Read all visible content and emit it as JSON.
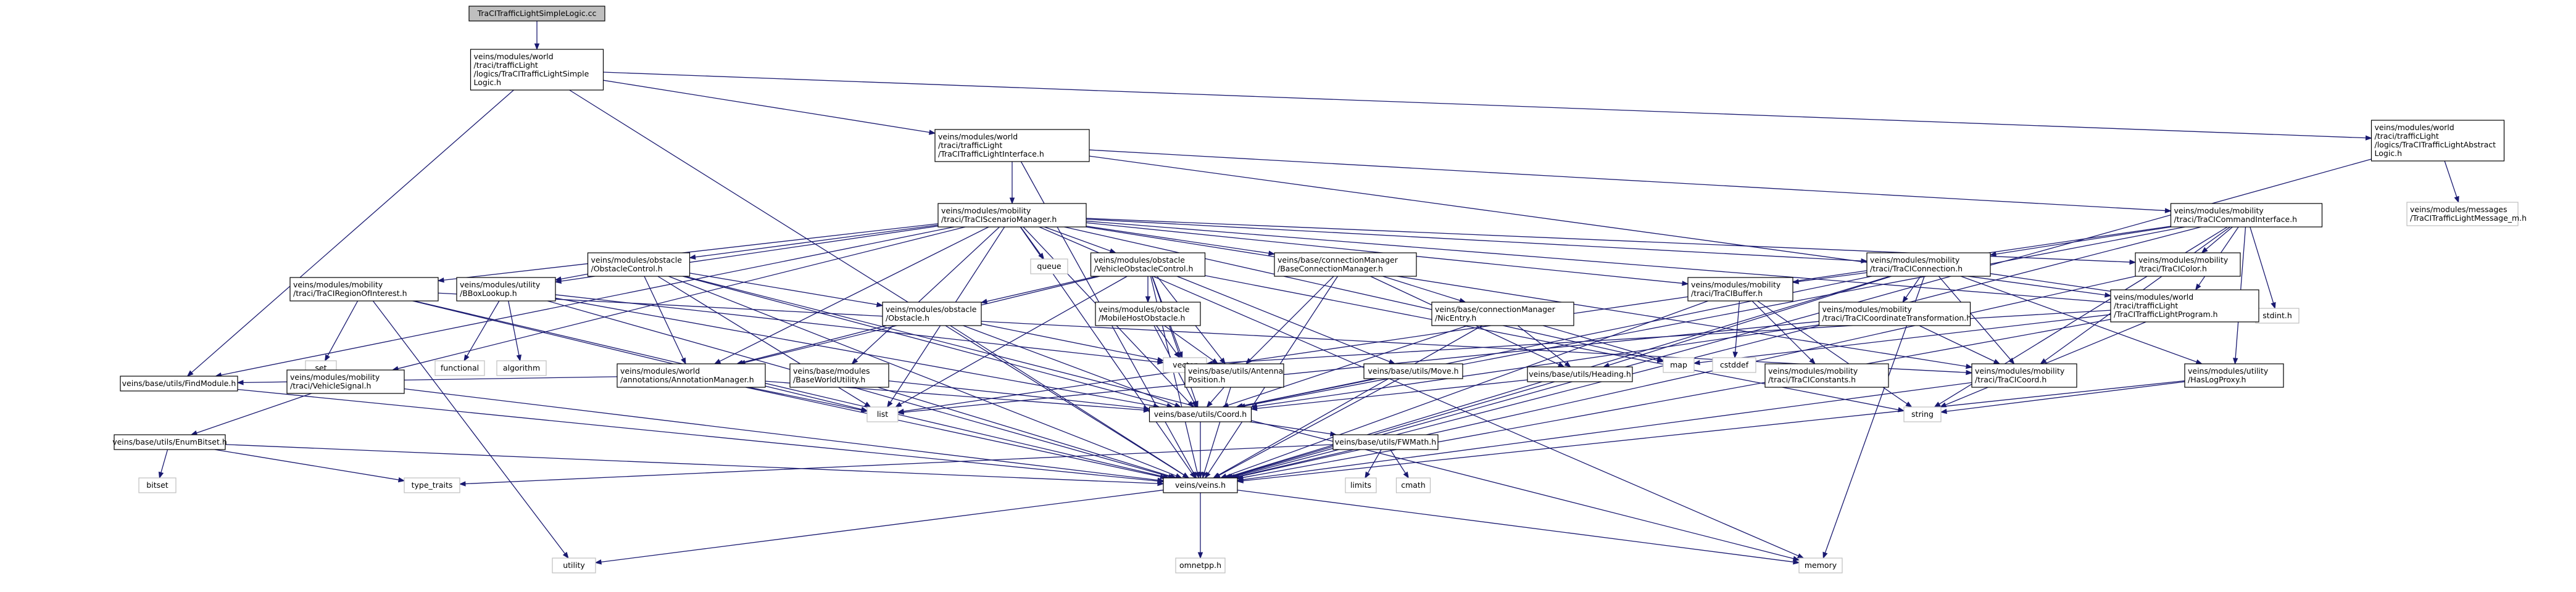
{
  "colors": {
    "edge": "#191970",
    "node_border": "#000000",
    "node_fill": "#ffffff",
    "root_fill": "#bfbfbf",
    "system_border": "#bfbfbf",
    "text": "#000000"
  },
  "nodes": [
    {
      "id": "root",
      "label": "TraCITrafficLightSimpleLogic.cc",
      "kind": "root"
    },
    {
      "id": "simplelogic_h",
      "label": "veins/modules/world/traci/trafficLight/logics/TraCITrafficLightSimpleLogic.h",
      "kind": "file"
    },
    {
      "id": "tlinterface_h",
      "label": "veins/modules/world/traci/trafficLight/TraCITrafficLightInterface.h",
      "kind": "file"
    },
    {
      "id": "abstractlogic_h",
      "label": "veins/modules/world/traci/trafficLight/logics/TraCITrafficLightAbstractLogic.h",
      "kind": "file"
    },
    {
      "id": "scenariomgr_h",
      "label": "veins/modules/mobility/traci/TraCIScenarioManager.h",
      "kind": "file"
    },
    {
      "id": "commandiface_h",
      "label": "veins/modules/mobility/traci/TraCICommandInterface.h",
      "kind": "file"
    },
    {
      "id": "tlmsg",
      "label": "veins/modules/messages/TraCITrafficLightMessage_m.h",
      "kind": "system"
    },
    {
      "id": "obstaclecontrol_h",
      "label": "veins/modules/obstacle/ObstacleControl.h",
      "kind": "file"
    },
    {
      "id": "queue",
      "label": "queue",
      "kind": "system"
    },
    {
      "id": "vehobstaclecontrol_h",
      "label": "veins/modules/obstacle/VehicleObstacleControl.h",
      "kind": "file"
    },
    {
      "id": "baseconnmgr_h",
      "label": "veins/base/connectionManager/BaseConnectionManager.h",
      "kind": "file"
    },
    {
      "id": "connection_h",
      "label": "veins/modules/mobility/traci/TraCIConnection.h",
      "kind": "file"
    },
    {
      "id": "color_h",
      "label": "veins/modules/mobility/traci/TraCIColor.h",
      "kind": "file"
    },
    {
      "id": "roi_h",
      "label": "veins/modules/mobility/traci/TraCIRegionOfInterest.h",
      "kind": "file"
    },
    {
      "id": "bboxlookup_h",
      "label": "veins/modules/utility/BBoxLookup.h",
      "kind": "file"
    },
    {
      "id": "obstacle_h",
      "label": "veins/modules/obstacle/Obstacle.h",
      "kind": "file"
    },
    {
      "id": "mobilehost_h",
      "label": "veins/modules/obstacle/MobileHostObstacle.h",
      "kind": "file"
    },
    {
      "id": "nicentry_h",
      "label": "veins/base/connectionManager/NicEntry.h",
      "kind": "file"
    },
    {
      "id": "buffer_h",
      "label": "veins/modules/mobility/traci/TraCIBuffer.h",
      "kind": "file"
    },
    {
      "id": "coordtransform_h",
      "label": "veins/modules/mobility/traci/TraCICoordinateTransformation.h",
      "kind": "file"
    },
    {
      "id": "stdint",
      "label": "stdint.h",
      "kind": "system"
    },
    {
      "id": "tlprogram_h",
      "label": "veins/modules/world/traci/trafficLight/TraCITrafficLightProgram.h",
      "kind": "file"
    },
    {
      "id": "set",
      "label": "set",
      "kind": "system"
    },
    {
      "id": "functional",
      "label": "functional",
      "kind": "system"
    },
    {
      "id": "algorithm",
      "label": "algorithm",
      "kind": "system"
    },
    {
      "id": "vector",
      "label": "vector",
      "kind": "system"
    },
    {
      "id": "annotationmgr_h",
      "label": "veins/modules/world/annotations/AnnotationManager.h",
      "kind": "file"
    },
    {
      "id": "baseworldutil_h",
      "label": "veins/base/modules/BaseWorldUtility.h",
      "kind": "file"
    },
    {
      "id": "antennapos_h",
      "label": "veins/base/utils/AntennaPosition.h",
      "kind": "file"
    },
    {
      "id": "move_h",
      "label": "veins/base/utils/Move.h",
      "kind": "file"
    },
    {
      "id": "map",
      "label": "map",
      "kind": "system"
    },
    {
      "id": "cstddef",
      "label": "cstddef",
      "kind": "system"
    },
    {
      "id": "constants_h",
      "label": "veins/modules/mobility/traci/TraCIConstants.h",
      "kind": "file"
    },
    {
      "id": "heading_h",
      "label": "veins/base/utils/Heading.h",
      "kind": "file"
    },
    {
      "id": "tracicoord_h",
      "label": "veins/modules/mobility/traci/TraCICoord.h",
      "kind": "file"
    },
    {
      "id": "haslogproxy_h",
      "label": "veins/modules/utility/HasLogProxy.h",
      "kind": "file"
    },
    {
      "id": "findmodule_h",
      "label": "veins/base/utils/FindModule.h",
      "kind": "file"
    },
    {
      "id": "vehiclesignal_h",
      "label": "veins/modules/mobility/traci/VehicleSignal.h",
      "kind": "file"
    },
    {
      "id": "list",
      "label": "list",
      "kind": "system"
    },
    {
      "id": "coord_h",
      "label": "veins/base/utils/Coord.h",
      "kind": "file"
    },
    {
      "id": "string",
      "label": "string",
      "kind": "system"
    },
    {
      "id": "enumbitset_h",
      "label": "veins/base/utils/EnumBitset.h",
      "kind": "file"
    },
    {
      "id": "fwmath_h",
      "label": "veins/base/utils/FWMath.h",
      "kind": "file"
    },
    {
      "id": "bitset",
      "label": "bitset",
      "kind": "system"
    },
    {
      "id": "type_traits",
      "label": "type_traits",
      "kind": "system"
    },
    {
      "id": "veins_h",
      "label": "veins/veins.h",
      "kind": "file"
    },
    {
      "id": "limits",
      "label": "limits",
      "kind": "system"
    },
    {
      "id": "cmath",
      "label": "cmath",
      "kind": "system"
    },
    {
      "id": "utility",
      "label": "utility",
      "kind": "system"
    },
    {
      "id": "memory",
      "label": "memory",
      "kind": "system"
    },
    {
      "id": "omnetpp_h",
      "label": "omnetpp.h",
      "kind": "system"
    }
  ],
  "edges": [
    [
      "root",
      "simplelogic_h"
    ],
    [
      "simplelogic_h",
      "tlinterface_h"
    ],
    [
      "simplelogic_h",
      "abstractlogic_h"
    ],
    [
      "simplelogic_h",
      "findmodule_h"
    ],
    [
      "simplelogic_h",
      "veins_h"
    ],
    [
      "tlinterface_h",
      "scenariomgr_h"
    ],
    [
      "tlinterface_h",
      "commandiface_h"
    ],
    [
      "tlinterface_h",
      "tlprogram_h"
    ],
    [
      "tlinterface_h",
      "veins_h"
    ],
    [
      "abstractlogic_h",
      "tlmsg"
    ],
    [
      "abstractlogic_h",
      "veins_h"
    ],
    [
      "scenariomgr_h",
      "obstaclecontrol_h"
    ],
    [
      "scenariomgr_h",
      "queue"
    ],
    [
      "scenariomgr_h",
      "vehobstaclecontrol_h"
    ],
    [
      "scenariomgr_h",
      "baseconnmgr_h"
    ],
    [
      "scenariomgr_h",
      "connection_h"
    ],
    [
      "scenariomgr_h",
      "color_h"
    ],
    [
      "scenariomgr_h",
      "roi_h"
    ],
    [
      "scenariomgr_h",
      "bboxlookup_h"
    ],
    [
      "scenariomgr_h",
      "buffer_h"
    ],
    [
      "scenariomgr_h",
      "baseworldutil_h"
    ],
    [
      "scenariomgr_h",
      "findmodule_h"
    ],
    [
      "scenariomgr_h",
      "vehiclesignal_h"
    ],
    [
      "scenariomgr_h",
      "coord_h"
    ],
    [
      "scenariomgr_h",
      "list"
    ],
    [
      "scenariomgr_h",
      "map"
    ],
    [
      "scenariomgr_h",
      "tracicoord_h"
    ],
    [
      "scenariomgr_h",
      "stdint"
    ],
    [
      "scenariomgr_h",
      "memory"
    ],
    [
      "scenariomgr_h",
      "veins_h"
    ],
    [
      "scenariomgr_h",
      "annotationmgr_h"
    ],
    [
      "commandiface_h",
      "connection_h"
    ],
    [
      "commandiface_h",
      "color_h"
    ],
    [
      "commandiface_h",
      "tlprogram_h"
    ],
    [
      "commandiface_h",
      "tracicoord_h"
    ],
    [
      "commandiface_h",
      "haslogproxy_h"
    ],
    [
      "commandiface_h",
      "coord_h"
    ],
    [
      "commandiface_h",
      "stdint"
    ],
    [
      "commandiface_h",
      "string"
    ],
    [
      "commandiface_h",
      "list"
    ],
    [
      "commandiface_h",
      "veins_h"
    ],
    [
      "obstaclecontrol_h",
      "bboxlookup_h"
    ],
    [
      "obstaclecontrol_h",
      "obstacle_h"
    ],
    [
      "obstaclecontrol_h",
      "annotationmgr_h"
    ],
    [
      "obstaclecontrol_h",
      "coord_h"
    ],
    [
      "obstaclecontrol_h",
      "list"
    ],
    [
      "obstaclecontrol_h",
      "veins_h"
    ],
    [
      "obstaclecontrol_h",
      "memory"
    ],
    [
      "vehobstaclecontrol_h",
      "obstacle_h"
    ],
    [
      "vehobstaclecontrol_h",
      "mobilehost_h"
    ],
    [
      "vehobstaclecontrol_h",
      "annotationmgr_h"
    ],
    [
      "vehobstaclecontrol_h",
      "antennapos_h"
    ],
    [
      "vehobstaclecontrol_h",
      "move_h"
    ],
    [
      "vehobstaclecontrol_h",
      "coord_h"
    ],
    [
      "vehobstaclecontrol_h",
      "list"
    ],
    [
      "vehobstaclecontrol_h",
      "veins_h"
    ],
    [
      "vehobstaclecontrol_h",
      "string"
    ],
    [
      "vehobstaclecontrol_h",
      "vector"
    ],
    [
      "baseconnmgr_h",
      "nicentry_h"
    ],
    [
      "baseconnmgr_h",
      "antennapos_h"
    ],
    [
      "baseconnmgr_h",
      "heading_h"
    ],
    [
      "baseconnmgr_h",
      "veins_h"
    ],
    [
      "connection_h",
      "buffer_h"
    ],
    [
      "connection_h",
      "coordtransform_h"
    ],
    [
      "connection_h",
      "tracicoord_h"
    ],
    [
      "connection_h",
      "haslogproxy_h"
    ],
    [
      "connection_h",
      "heading_h"
    ],
    [
      "connection_h",
      "coord_h"
    ],
    [
      "connection_h",
      "stdint"
    ],
    [
      "connection_h",
      "memory"
    ],
    [
      "connection_h",
      "veins_h"
    ],
    [
      "color_h",
      "veins_h"
    ],
    [
      "roi_h",
      "set"
    ],
    [
      "roi_h",
      "list"
    ],
    [
      "roi_h",
      "tracicoord_h"
    ],
    [
      "roi_h",
      "veins_h"
    ],
    [
      "roi_h",
      "utility"
    ],
    [
      "bboxlookup_h",
      "functional"
    ],
    [
      "bboxlookup_h",
      "algorithm"
    ],
    [
      "bboxlookup_h",
      "vector"
    ],
    [
      "bboxlookup_h",
      "coord_h"
    ],
    [
      "bboxlookup_h",
      "veins_h"
    ],
    [
      "obstacle_h",
      "vector"
    ],
    [
      "obstacle_h",
      "annotationmgr_h"
    ],
    [
      "obstacle_h",
      "coord_h"
    ],
    [
      "obstacle_h",
      "veins_h"
    ],
    [
      "mobilehost_h",
      "vector"
    ],
    [
      "mobilehost_h",
      "antennapos_h"
    ],
    [
      "mobilehost_h",
      "coord_h"
    ],
    [
      "nicentry_h",
      "heading_h"
    ],
    [
      "nicentry_h",
      "map"
    ],
    [
      "nicentry_h",
      "coord_h"
    ],
    [
      "nicentry_h",
      "veins_h"
    ],
    [
      "buffer_h",
      "cstddef"
    ],
    [
      "buffer_h",
      "constants_h"
    ],
    [
      "buffer_h",
      "string"
    ],
    [
      "buffer_h",
      "veins_h"
    ],
    [
      "coordtransform_h",
      "tracicoord_h"
    ],
    [
      "coordtransform_h",
      "list"
    ],
    [
      "coordtransform_h",
      "coord_h"
    ],
    [
      "tlprogram_h",
      "vector"
    ],
    [
      "tlprogram_h",
      "map"
    ],
    [
      "tlprogram_h",
      "string"
    ],
    [
      "tlprogram_h",
      "veins_h"
    ],
    [
      "annotationmgr_h",
      "findmodule_h"
    ],
    [
      "annotationmgr_h",
      "coord_h"
    ],
    [
      "annotationmgr_h",
      "list"
    ],
    [
      "annotationmgr_h",
      "veins_h"
    ],
    [
      "baseworldutil_h",
      "coord_h"
    ],
    [
      "baseworldutil_h",
      "veins_h"
    ],
    [
      "antennapos_h",
      "coord_h"
    ],
    [
      "antennapos_h",
      "veins_h"
    ],
    [
      "move_h",
      "coord_h"
    ],
    [
      "move_h",
      "veins_h"
    ],
    [
      "heading_h",
      "coord_h"
    ],
    [
      "heading_h",
      "veins_h"
    ],
    [
      "tracicoord_h",
      "veins_h"
    ],
    [
      "haslogproxy_h",
      "string"
    ],
    [
      "haslogproxy_h",
      "veins_h"
    ],
    [
      "findmodule_h",
      "veins_h"
    ],
    [
      "vehiclesignal_h",
      "enumbitset_h"
    ],
    [
      "vehiclesignal_h",
      "veins_h"
    ],
    [
      "coord_h",
      "fwmath_h"
    ],
    [
      "coord_h",
      "veins_h"
    ],
    [
      "enumbitset_h",
      "bitset"
    ],
    [
      "enumbitset_h",
      "type_traits"
    ],
    [
      "enumbitset_h",
      "veins_h"
    ],
    [
      "fwmath_h",
      "limits"
    ],
    [
      "fwmath_h",
      "cmath"
    ],
    [
      "fwmath_h",
      "veins_h"
    ],
    [
      "fwmath_h",
      "type_traits"
    ],
    [
      "veins_h",
      "utility"
    ],
    [
      "veins_h",
      "memory"
    ],
    [
      "veins_h",
      "omnetpp_h"
    ]
  ]
}
